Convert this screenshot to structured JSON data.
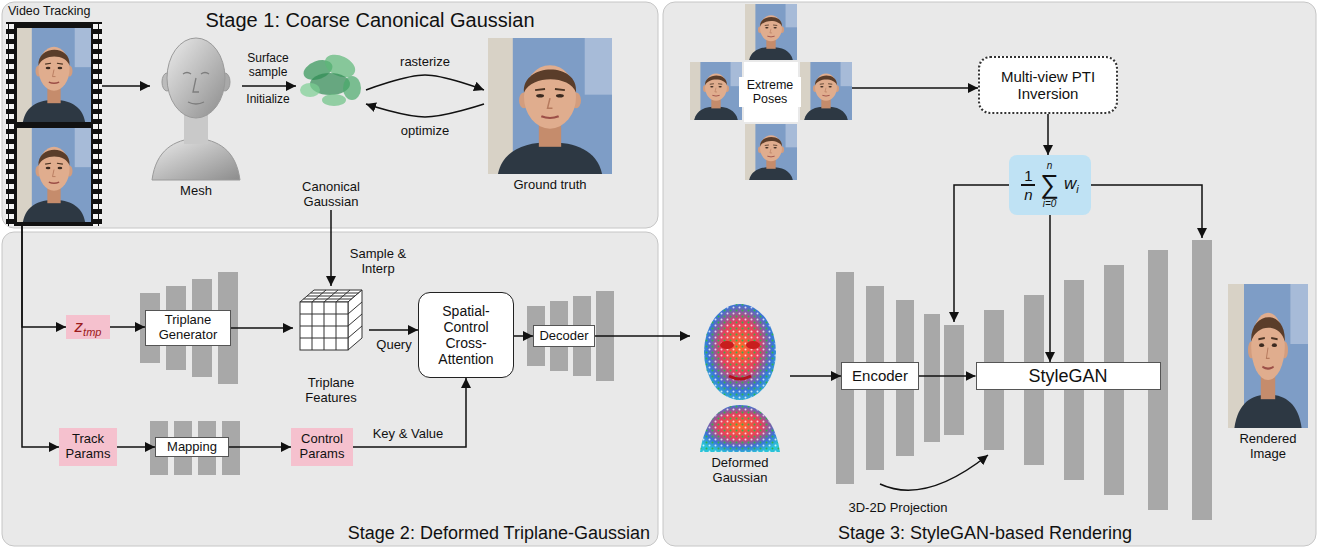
{
  "diagram": {
    "nodes": [
      {
        "text": [
          "Stage 1: Coarse Canonical Gaussian"
        ]
      },
      {
        "text": [
          "Video Tracking"
        ],
        "in": 0
      },
      {
        "text": [
          "Mesh"
        ],
        "in": 0
      },
      {
        "text": [
          "Canonical Gaussian"
        ],
        "in": 0
      },
      {
        "text": [
          "Ground truth"
        ],
        "in": 0
      },
      {
        "text": [
          "Stage 2: Deformed Triplane-Gaussian"
        ]
      },
      {
        "text": [
          "z",
          "tmp"
        ],
        "in": 5
      },
      {
        "text": [
          "Triplane Generator"
        ],
        "in": 5
      },
      {
        "text": [
          "Triplane Features"
        ],
        "in": 5
      },
      {
        "text": [
          "Spatial-Control Cross-Attention"
        ],
        "in": 5
      },
      {
        "text": [
          "Decoder"
        ],
        "in": 5
      },
      {
        "text": [
          "Track Params"
        ],
        "in": 5
      },
      {
        "text": [
          "Mapping"
        ],
        "in": 5
      },
      {
        "text": [
          "Control Params"
        ],
        "in": 5
      },
      {
        "text": [
          "Stage 3: StyleGAN-based Rendering"
        ]
      },
      {
        "text": [
          "Extreme Poses"
        ],
        "in": 14
      },
      {
        "text": [
          "Multi-view PTI Inversion"
        ],
        "in": 14
      },
      {
        "text": [
          "1",
          "n",
          "n",
          "∑",
          "i=0",
          "w",
          "i"
        ],
        "in": 14
      },
      {
        "text": [
          "Deformed Gaussian"
        ],
        "in": 14
      },
      {
        "text": [
          "Encoder"
        ],
        "in": 14
      },
      {
        "text": [
          "StyleGAN"
        ],
        "in": 14
      },
      {
        "text": [
          "Rendered Image"
        ],
        "in": 14
      }
    ],
    "edges": [
      {
        "from": 1,
        "to": 2,
        "arrow": "to"
      },
      {
        "from": 2,
        "to": 3,
        "label": "Surface sample",
        "arrow": "to"
      },
      {
        "from": 3,
        "to": 4,
        "label": "rasterize",
        "arrow": "to"
      },
      {
        "from": 4,
        "to": 3,
        "label": "optimize",
        "arrow": "to"
      },
      {
        "from": 3,
        "to": 8,
        "label": "Sample & Interp",
        "arrow": "to"
      },
      {
        "from": 1,
        "to": 6,
        "arrow": "to"
      },
      {
        "from": 1,
        "to": 11,
        "arrow": "to"
      },
      {
        "from": 6,
        "to": 7,
        "arrow": "to"
      },
      {
        "from": 7,
        "to": 8,
        "arrow": "to"
      },
      {
        "from": 8,
        "to": 9,
        "label": "Query",
        "arrow": "to"
      },
      {
        "from": 11,
        "to": 12,
        "arrow": "to"
      },
      {
        "from": 12,
        "to": 13,
        "arrow": "to"
      },
      {
        "from": 13,
        "to": 9,
        "label": "Key & Value",
        "arrow": "to"
      },
      {
        "from": 9,
        "to": 10,
        "arrow": "to"
      },
      {
        "from": 10,
        "to": 18,
        "arrow": "to"
      },
      {
        "from": 15,
        "to": 16,
        "arrow": "to"
      },
      {
        "from": 16,
        "to": 17,
        "arrow": "to"
      },
      {
        "from": 17,
        "to": 20,
        "arrow": "to"
      },
      {
        "from": 18,
        "to": 19,
        "arrow": "to"
      },
      {
        "from": 19,
        "to": 20,
        "arrow": "to"
      }
    ],
    "labels": [
      "Initialize",
      "3D-2D Projection"
    ]
  }
}
